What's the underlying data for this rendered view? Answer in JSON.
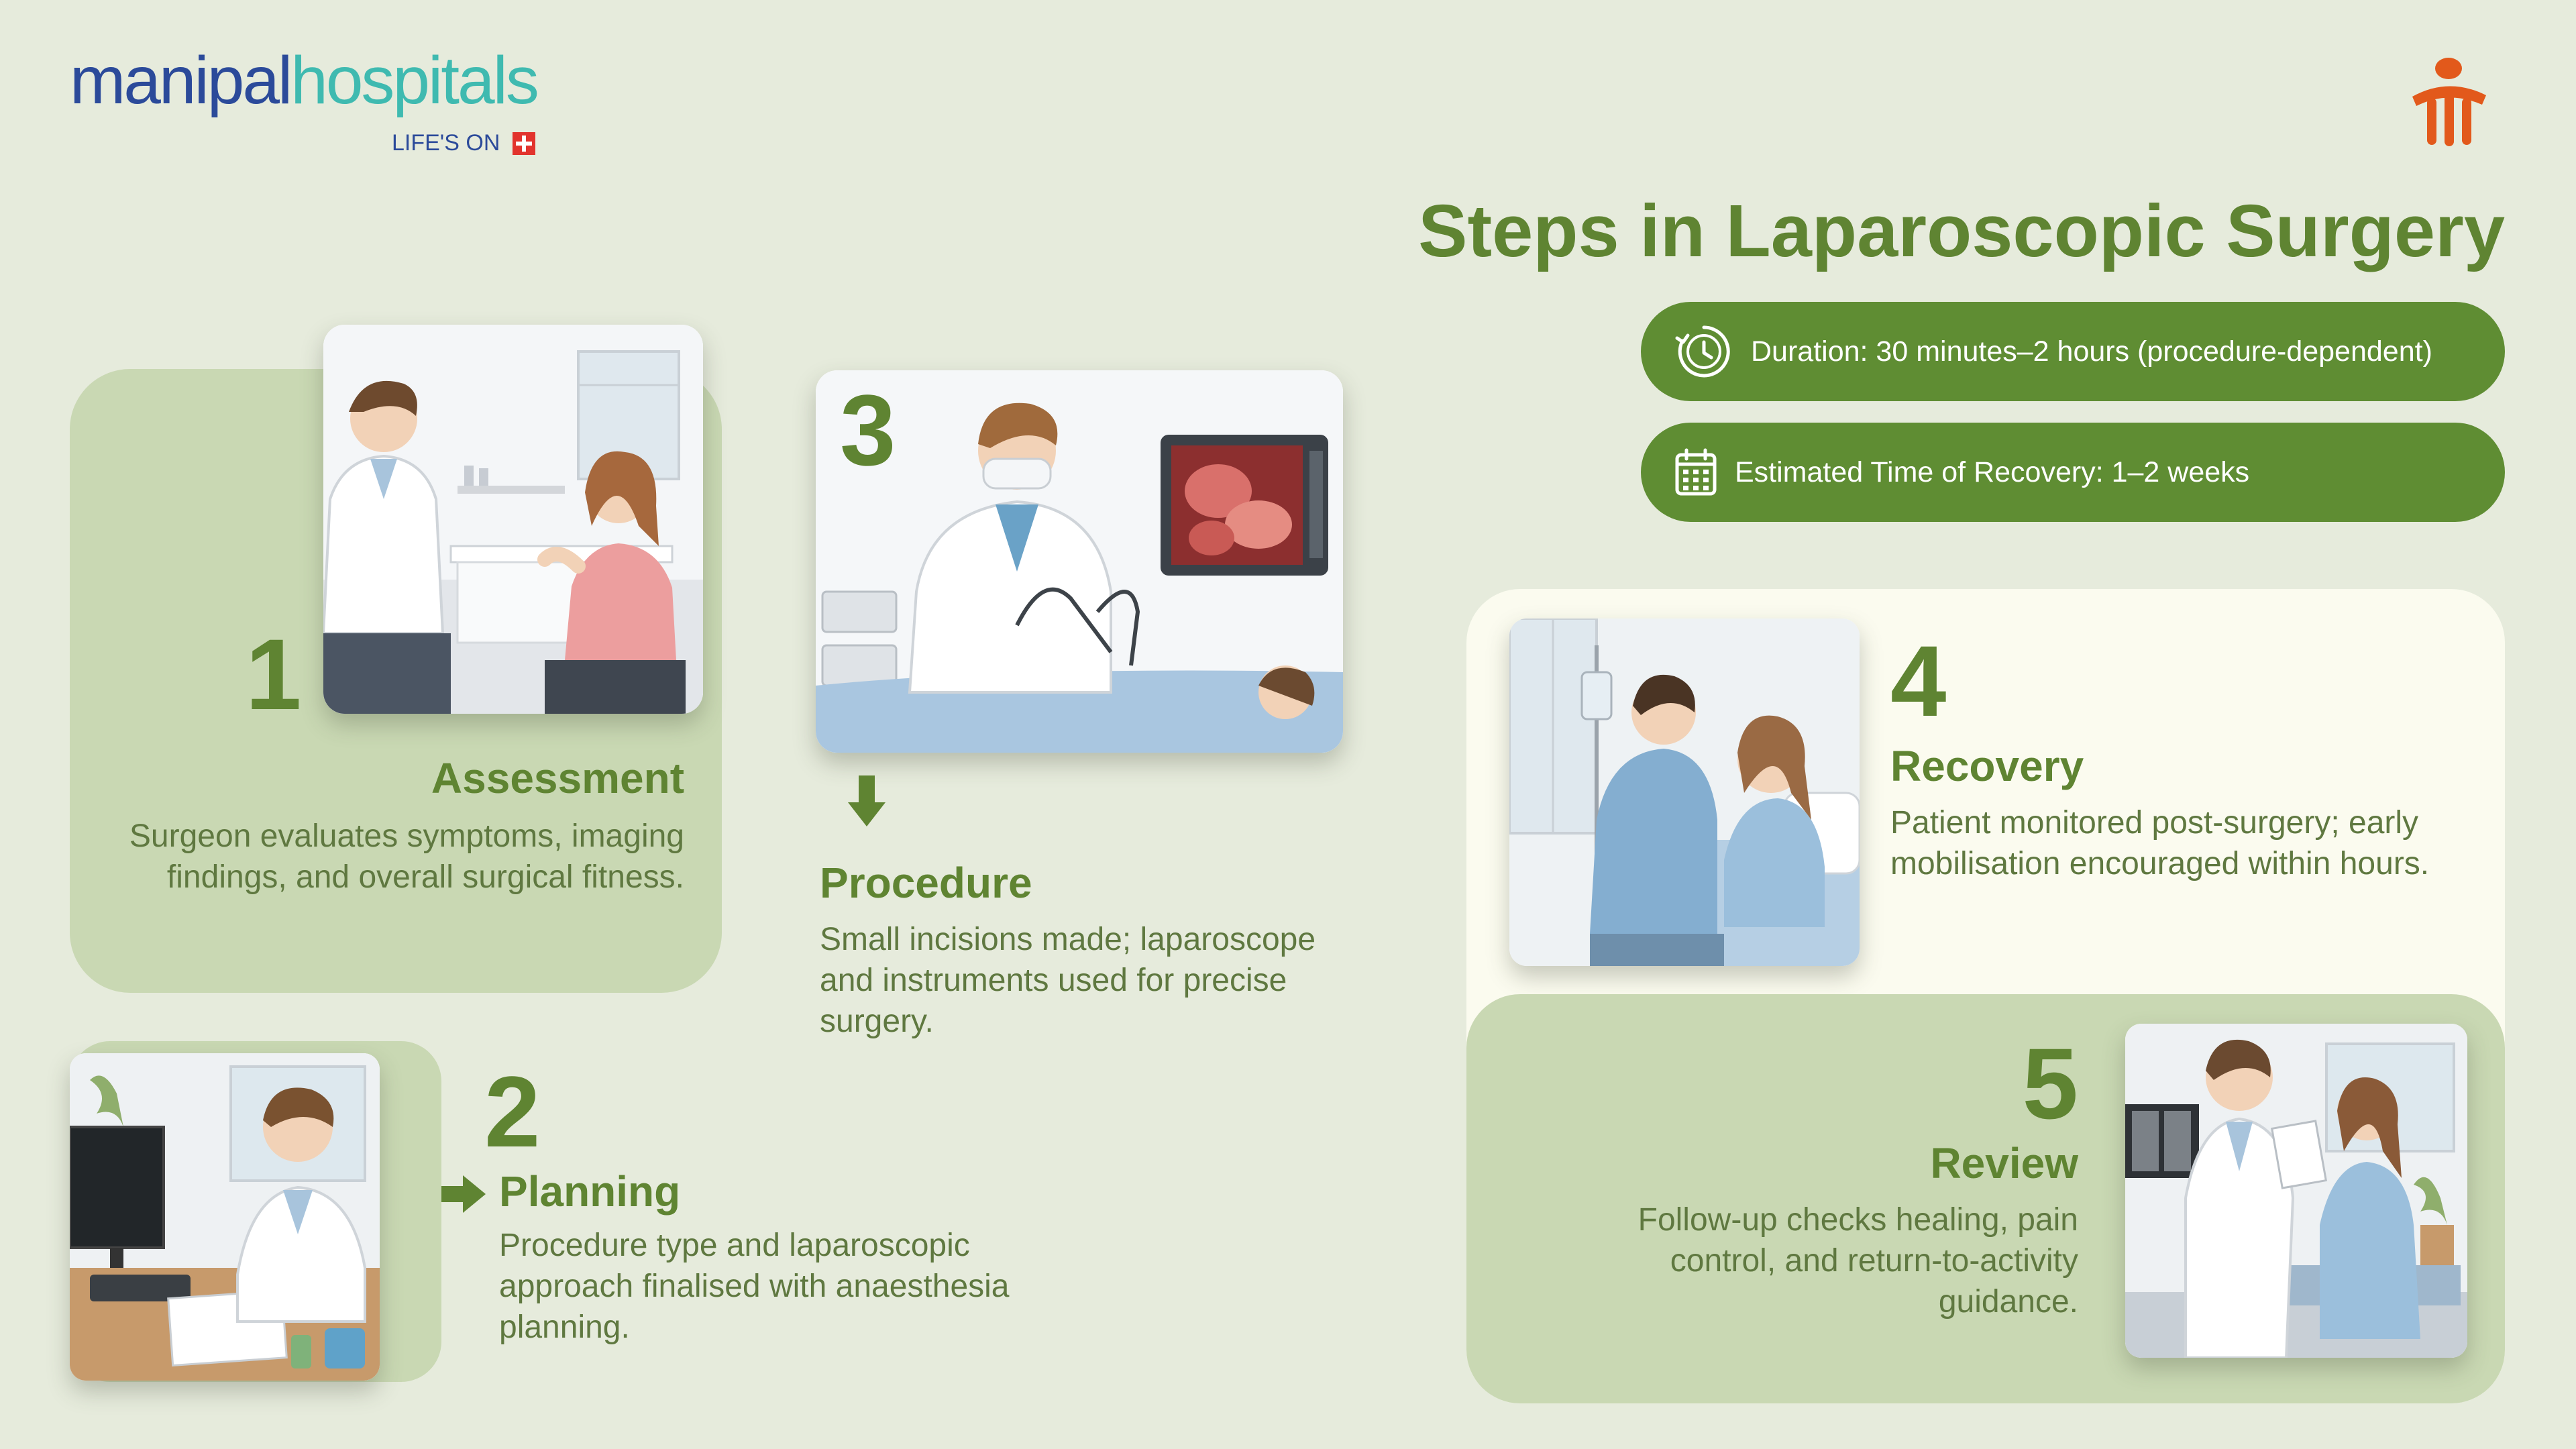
{
  "brand": {
    "name_part1": "manipal",
    "name_part2": "hospitals",
    "tagline": "LIFE'S ON"
  },
  "title": "Steps in Laparoscopic Surgery",
  "info": {
    "duration": "Duration: 30 minutes–2 hours (procedure-dependent)",
    "recovery": "Estimated Time of Recovery: 1–2 weeks"
  },
  "steps": [
    {
      "number": "1",
      "title": "Assessment",
      "desc": "Surgeon evaluates symptoms, imaging findings, and overall surgical fitness."
    },
    {
      "number": "2",
      "title": "Planning",
      "desc": "Procedure type and laparoscopic approach finalised with anaesthesia planning."
    },
    {
      "number": "3",
      "title": "Procedure",
      "desc": "Small incisions made; laparoscope and instruments used for precise surgery."
    },
    {
      "number": "4",
      "title": "Recovery",
      "desc": "Patient monitored post-surgery; early mobilisation encouraged within hours."
    },
    {
      "number": "5",
      "title": "Review",
      "desc": "Follow-up checks healing, pain control, and return-to-activity guidance."
    }
  ],
  "colors": {
    "background": "#e6ebdc",
    "accent": "#5f8432",
    "pill": "#5f8d33",
    "card_green": "#c9d8b3",
    "card_cream": "#fbfbef",
    "brand_blue": "#2b4a9a",
    "brand_teal": "#3fbab0",
    "emblem": "#e2591b"
  },
  "icons": [
    "clock-icon",
    "calendar-icon",
    "arrow-down-icon",
    "arrow-right-icon",
    "emblem-icon",
    "cross-icon"
  ]
}
